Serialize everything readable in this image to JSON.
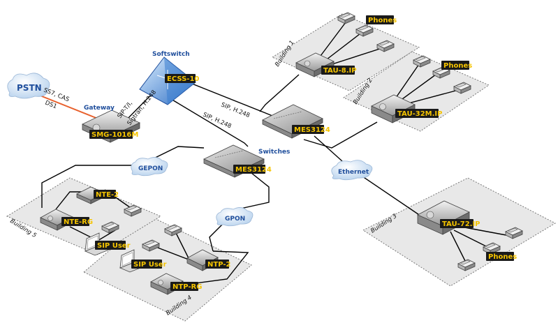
{
  "top_labels": {
    "softswitch": "Softswitch",
    "gateway": "Gateway",
    "switches": "Switches"
  },
  "clouds": {
    "pstn": "PSTN",
    "gepon1": "GEPON",
    "gepon2": "GPON",
    "ethernet": "Ethernet"
  },
  "devices": {
    "ecss": "ECSS-10",
    "smg": "SMG-1016M",
    "mes_top": "MES3124",
    "mes_mid": "MES3124",
    "tau8": "TAU-8.IP",
    "tau32": "TAU-32M.IP",
    "tau72": "TAU-72.IP",
    "nte2": "NTE-2",
    "nterg": "NTE-RG",
    "ntp2": "NTP-2",
    "ntprg": "NTP-RG",
    "sip1": "SIP User",
    "sip2": "SIP User",
    "phones1": "Phones",
    "phones2": "Phones",
    "phones3": "Phones"
  },
  "buildings": {
    "b1": "Building 1",
    "b2": "Building 2",
    "b3": "Building 3",
    "b4": "Building 4",
    "b5": "Building 5"
  },
  "protocols": {
    "ss7": "SS7, CAS",
    "ds1": "DS1",
    "sip_t": "SIP-T/I,",
    "sigtran": "Sigtran, H.248",
    "sip_h248_a": "SIP, H.248",
    "sip_h248_b": "SIP, H.248"
  },
  "colors": {
    "label_bg": "#1a1a1a",
    "label_text": "#f5c400",
    "accent_blue": "#1f4e9c",
    "pstn_link": "#e8602c"
  }
}
